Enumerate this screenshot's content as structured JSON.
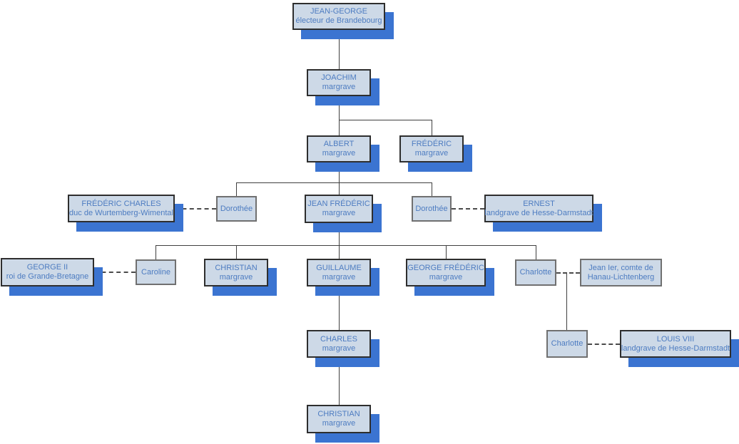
{
  "diagram_type": "family-tree",
  "colors": {
    "node_fill": "#cdd9e7",
    "node_border_major": "#2e2e2e",
    "node_border_minor": "#707070",
    "shadow_blue": "#3b74d1",
    "text_blue": "#4d7cc1",
    "connector": "#3f3f3f"
  },
  "nodes": [
    {
      "id": "jean-george",
      "name": "JEAN-GEORGE",
      "title": "électeur de Brandebourg"
    },
    {
      "id": "joachim",
      "name": "JOACHIM",
      "title": "margrave"
    },
    {
      "id": "albert",
      "name": "ALBERT",
      "title": "margrave"
    },
    {
      "id": "frederic",
      "name": "FRÉDÉRIC",
      "title": "margrave"
    },
    {
      "id": "frederic-charles",
      "name": "FRÉDÉRIC CHARLES",
      "title": "duc de Wurtemberg-Wimental"
    },
    {
      "id": "dorothee-1",
      "name": "Dorothée"
    },
    {
      "id": "jean-frederic",
      "name": "JEAN FRÉDÉRIC",
      "title": "margrave"
    },
    {
      "id": "dorothee-2",
      "name": "Dorothée"
    },
    {
      "id": "ernest",
      "name": "ERNEST",
      "title": "landgrave de Hesse-Darmstadt"
    },
    {
      "id": "george-ii",
      "name": "GEORGE II",
      "title": "roi de Grande-Bretagne"
    },
    {
      "id": "caroline",
      "name": "Caroline"
    },
    {
      "id": "christian",
      "name": "CHRISTIAN",
      "title": "margrave"
    },
    {
      "id": "guillaume",
      "name": "GUILLAUME",
      "title": "margrave"
    },
    {
      "id": "george-frederic",
      "name": "GEORGE FRÉDÉRIC",
      "title": "margrave"
    },
    {
      "id": "charlotte-1",
      "name": "Charlotte"
    },
    {
      "id": "jean-1er",
      "name": "Jean Ier, comte de",
      "title": "Hanau-Lichtenberg"
    },
    {
      "id": "charles",
      "name": "CHARLES",
      "title": "margrave"
    },
    {
      "id": "charlotte-2",
      "name": "Charlotte"
    },
    {
      "id": "louis-viii",
      "name": "LOUIS VIII",
      "title": "landgrave de Hesse-Darmstadt"
    },
    {
      "id": "christian-2",
      "name": "CHRISTIAN",
      "title": "margrave"
    }
  ],
  "edges": [
    {
      "from": "jean-george",
      "to": "joachim",
      "type": "parent-child"
    },
    {
      "from": "joachim",
      "to": "albert",
      "type": "parent-child"
    },
    {
      "from": "joachim",
      "to": "frederic",
      "type": "parent-child"
    },
    {
      "from": "albert",
      "to": "dorothee-1",
      "type": "parent-child"
    },
    {
      "from": "albert",
      "to": "jean-frederic",
      "type": "parent-child"
    },
    {
      "from": "albert",
      "to": "dorothee-2",
      "type": "parent-child"
    },
    {
      "from": "frederic-charles",
      "to": "dorothee-1",
      "type": "marriage"
    },
    {
      "from": "dorothee-2",
      "to": "ernest",
      "type": "marriage"
    },
    {
      "from": "jean-frederic",
      "to": "caroline",
      "type": "parent-child"
    },
    {
      "from": "jean-frederic",
      "to": "christian",
      "type": "parent-child"
    },
    {
      "from": "jean-frederic",
      "to": "guillaume",
      "type": "parent-child"
    },
    {
      "from": "jean-frederic",
      "to": "george-frederic",
      "type": "parent-child"
    },
    {
      "from": "jean-frederic",
      "to": "charlotte-1",
      "type": "parent-child"
    },
    {
      "from": "george-ii",
      "to": "caroline",
      "type": "marriage"
    },
    {
      "from": "charlotte-1",
      "to": "jean-1er",
      "type": "marriage"
    },
    {
      "from": "charlotte-1",
      "to": "charlotte-2",
      "type": "parent-child"
    },
    {
      "from": "charlotte-2",
      "to": "louis-viii",
      "type": "marriage"
    },
    {
      "from": "guillaume",
      "to": "charles",
      "type": "parent-child"
    },
    {
      "from": "charles",
      "to": "christian-2",
      "type": "parent-child"
    }
  ]
}
